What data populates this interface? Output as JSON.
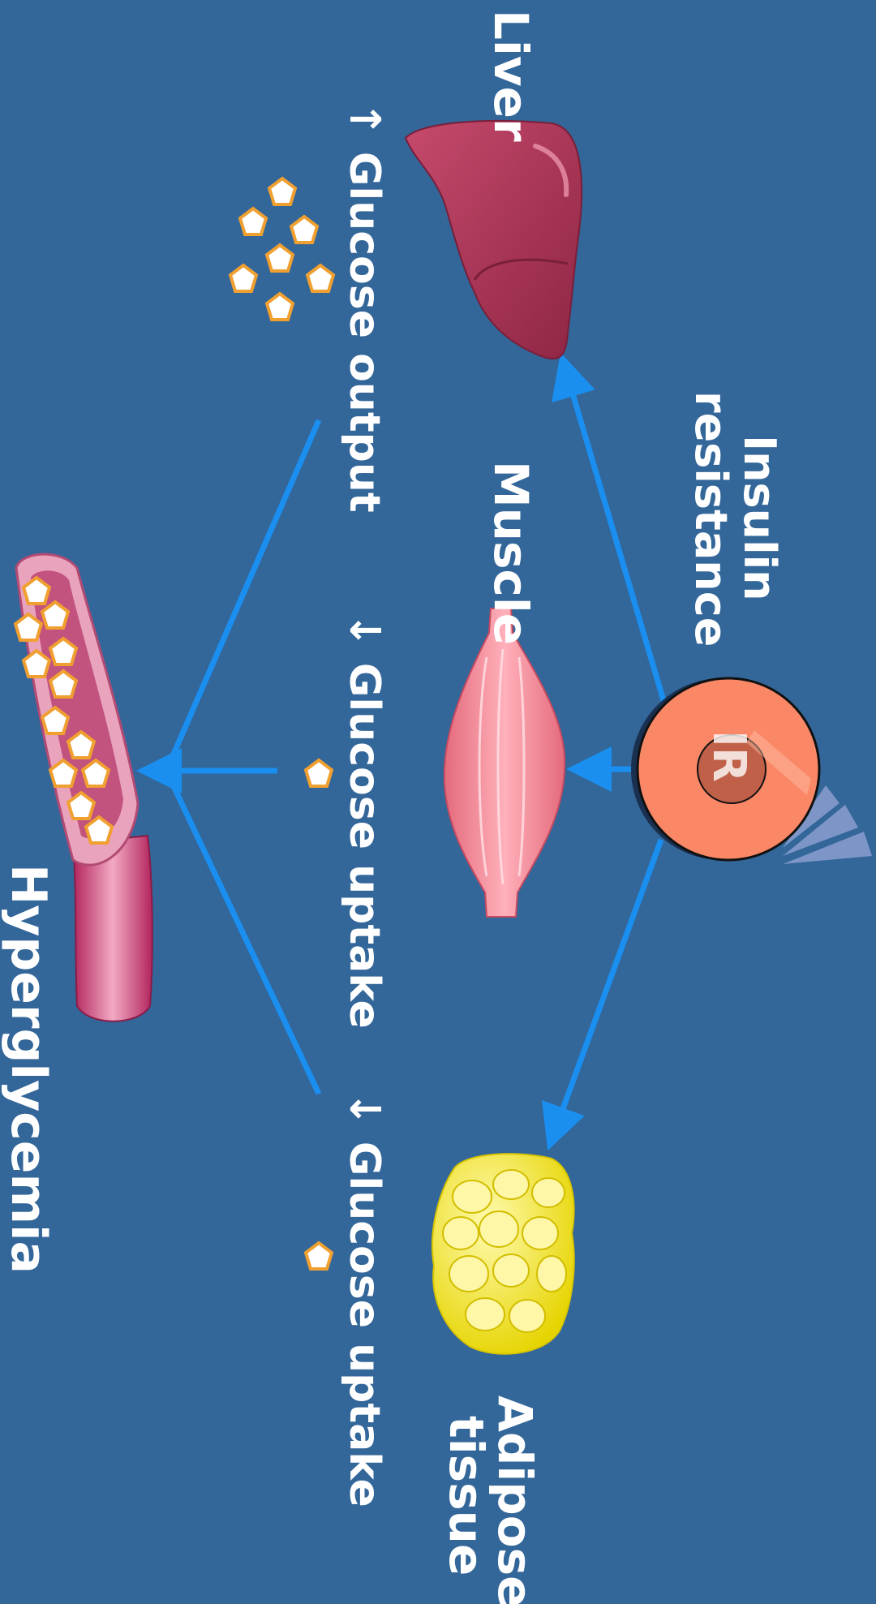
{
  "labels": {
    "liver": "Liver",
    "muscle": "Muscle",
    "adipose_line1": "Adipose",
    "adipose_line2": "tissue",
    "insulin_line1": "Insulin",
    "insulin_line2": "resistance",
    "hyperglycemia": "Hyperglycemia",
    "receptor": "IR"
  },
  "processes": {
    "liver": {
      "arrow": "↑",
      "text": "Glucose output"
    },
    "muscle": {
      "arrow": "↓",
      "text": "Glucose uptake"
    },
    "adipose": {
      "arrow": "↓",
      "text": "Glucose uptake"
    }
  },
  "colors": {
    "background": "#336699",
    "arrow": "#1a8ff0",
    "text": "#ffffff",
    "liver": "#b03a5a",
    "muscle": "#f0808f",
    "adipose": "#f5ec50",
    "receptor": "#fa8866",
    "vessel": "#d9628e"
  },
  "icons": [
    "liver-icon",
    "muscle-icon",
    "adipose-tissue-icon",
    "insulin-receptor-icon",
    "blood-vessel-icon",
    "glucose-molecule-icon"
  ]
}
